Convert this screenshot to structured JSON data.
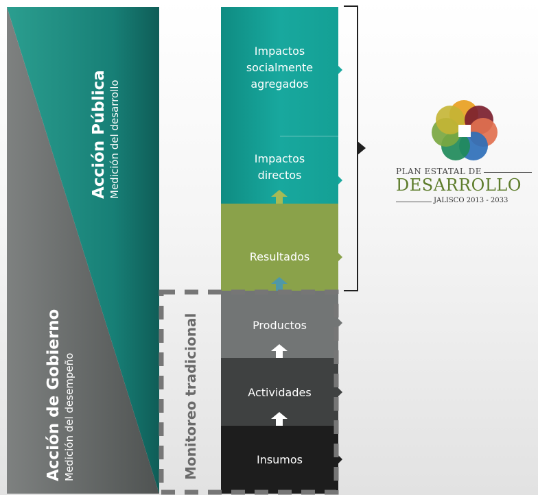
{
  "left_panel": {
    "public": {
      "title": "Acción Pública",
      "subtitle": "Medición del desarrollo"
    },
    "government": {
      "title": "Acción de Gobierno",
      "subtitle": "Medición del desempeño"
    }
  },
  "monitoring_label": "Monitoreo tradicional",
  "blocks": [
    {
      "label_lines": [
        "Impactos",
        "socialmente",
        "agregados"
      ],
      "color": "#18a89e"
    },
    {
      "label_lines": [
        "Impactos",
        "directos"
      ],
      "color": "#18a89e"
    },
    {
      "label_lines": [
        "Resultados"
      ],
      "color": "#8aa24a"
    },
    {
      "label_lines": [
        "Productos"
      ],
      "color": "#717474"
    },
    {
      "label_lines": [
        "Actividades"
      ],
      "color": "#3e4040"
    },
    {
      "label_lines": [
        "Insumos"
      ],
      "color": "#1c1c1c"
    }
  ],
  "logo": {
    "line1": "PLAN ESTATAL DE",
    "line2": "DESARROLLO",
    "line3": "JALISCO  2013 - 2033"
  },
  "colors": {
    "teal": "#18a89e",
    "olive": "#8aa24a",
    "gray": "#717474",
    "dark": "#3e4040",
    "darkest": "#1c1c1c"
  }
}
